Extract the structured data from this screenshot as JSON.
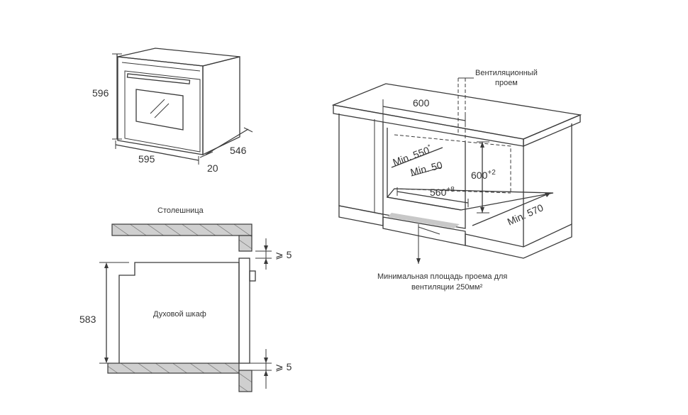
{
  "oven": {
    "height": "596",
    "width": "595",
    "depth": "546",
    "door_offset": "20"
  },
  "niche": {
    "width": "600",
    "height": "600",
    "height_tol": "+2",
    "inner_width": "560",
    "inner_width_tol": "+8",
    "min_depth": "Min. 550",
    "min_depth_note": "*",
    "min_gap": "Min. 50",
    "min_570": "Min. 570"
  },
  "labels": {
    "vent_opening": "Вентиляционный проем",
    "vent_opening_l1": "Вентиляционный",
    "vent_opening_l2": "проем",
    "min_area": "Минимальная площадь проема для вентиляции 250мм²",
    "min_area_l1": "Минимальная площадь проема для",
    "min_area_l2": "вентиляции 250мм²",
    "countertop": "Столешница",
    "oven_cabinet": "Духовой шкаф"
  },
  "section": {
    "cabinet_height": "583",
    "gap_top": "⩾ 5",
    "gap_bottom": "⩾ 5"
  }
}
